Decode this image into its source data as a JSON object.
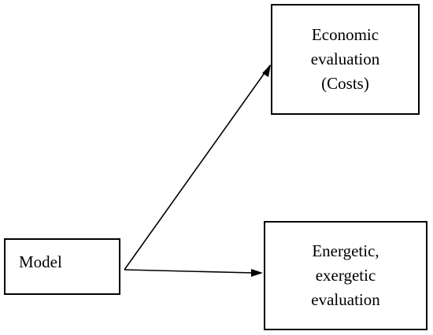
{
  "diagram": {
    "nodes": {
      "model": {
        "lines": [
          "Model"
        ]
      },
      "economic": {
        "lines": [
          "Economic",
          "evaluation",
          "(Costs)"
        ]
      },
      "energetic": {
        "lines": [
          "Energetic,",
          "exergetic",
          "evaluation"
        ]
      }
    },
    "edges": [
      {
        "from": "model",
        "to": "economic"
      },
      {
        "from": "model",
        "to": "energetic"
      }
    ],
    "colors": {
      "stroke": "#000000",
      "background": "#ffffff"
    }
  }
}
